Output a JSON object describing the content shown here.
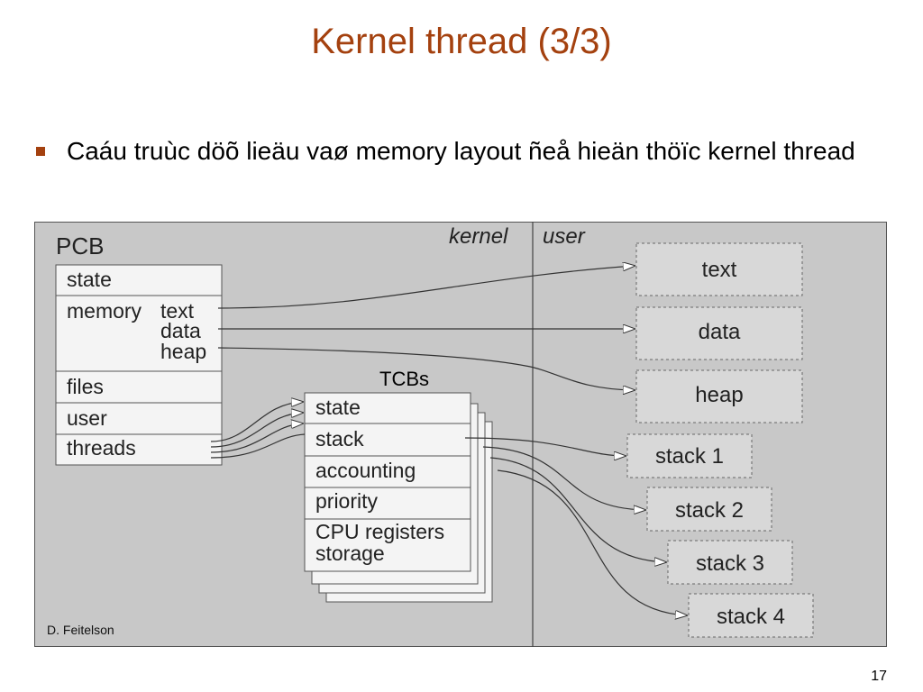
{
  "slide": {
    "title": "Kernel thread (3/3)",
    "bullet": "Caáu truùc döõ lieäu vaø memory layout ñeå hieän thöïc kernel thread",
    "page_number": "17",
    "title_color": "#a4410f"
  },
  "diagram": {
    "kernel_label": "kernel",
    "user_label": "user",
    "pcb": {
      "title": "PCB",
      "fields": {
        "state": "state",
        "memory": "memory",
        "text": "text",
        "data": "data",
        "heap": "heap",
        "files": "files",
        "user": "user",
        "threads": "threads"
      }
    },
    "tcbs": {
      "label": "TCBs",
      "fields": {
        "state": "state",
        "stack": "stack",
        "accounting": "accounting",
        "priority": "priority",
        "cpu_registers": "CPU registers",
        "storage": "storage"
      }
    },
    "user_segments": {
      "text": "text",
      "data": "data",
      "heap": "heap",
      "stack1": "stack 1",
      "stack2": "stack 2",
      "stack3": "stack 3",
      "stack4": "stack 4"
    },
    "credit": "D. Feitelson",
    "background_color": "#c8c8c8"
  }
}
